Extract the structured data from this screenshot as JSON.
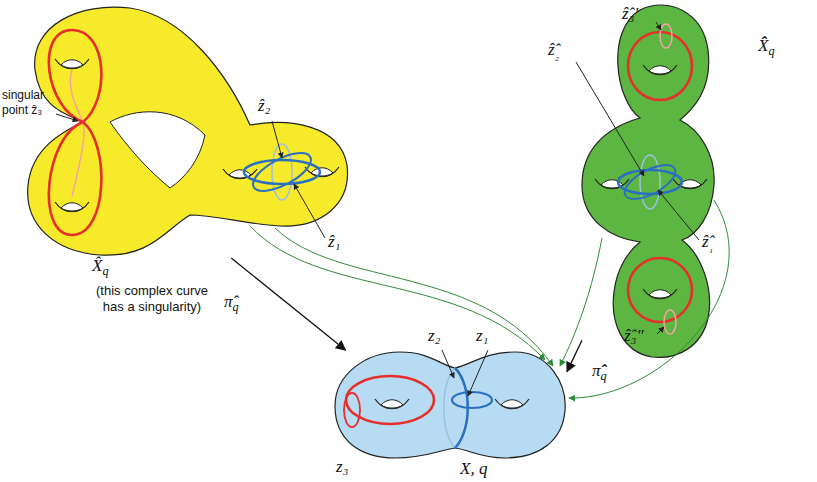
{
  "diagram": {
    "nodes": [
      {
        "text": [
          "X̂q",
          "(this complex curve has a singularity)"
        ]
      },
      {
        "text": [
          "X̂̂q"
        ]
      },
      {
        "text": [
          "X, q"
        ]
      }
    ],
    "edges": [
      {
        "from": 0,
        "to": 2,
        "arrow": "to",
        "label": "π̂q"
      },
      {
        "from": 1,
        "to": 2,
        "arrow": "to",
        "label": "π̂̂q"
      }
    ],
    "labels": [
      "singular point ẑ₃",
      "ẑ₂",
      "ẑ₁",
      "ẑ̂₂",
      "ẑ̂₁",
      "ẑ̂₃′",
      "ẑ̂₃″",
      "z₂",
      "z₁",
      "z₃"
    ]
  }
}
